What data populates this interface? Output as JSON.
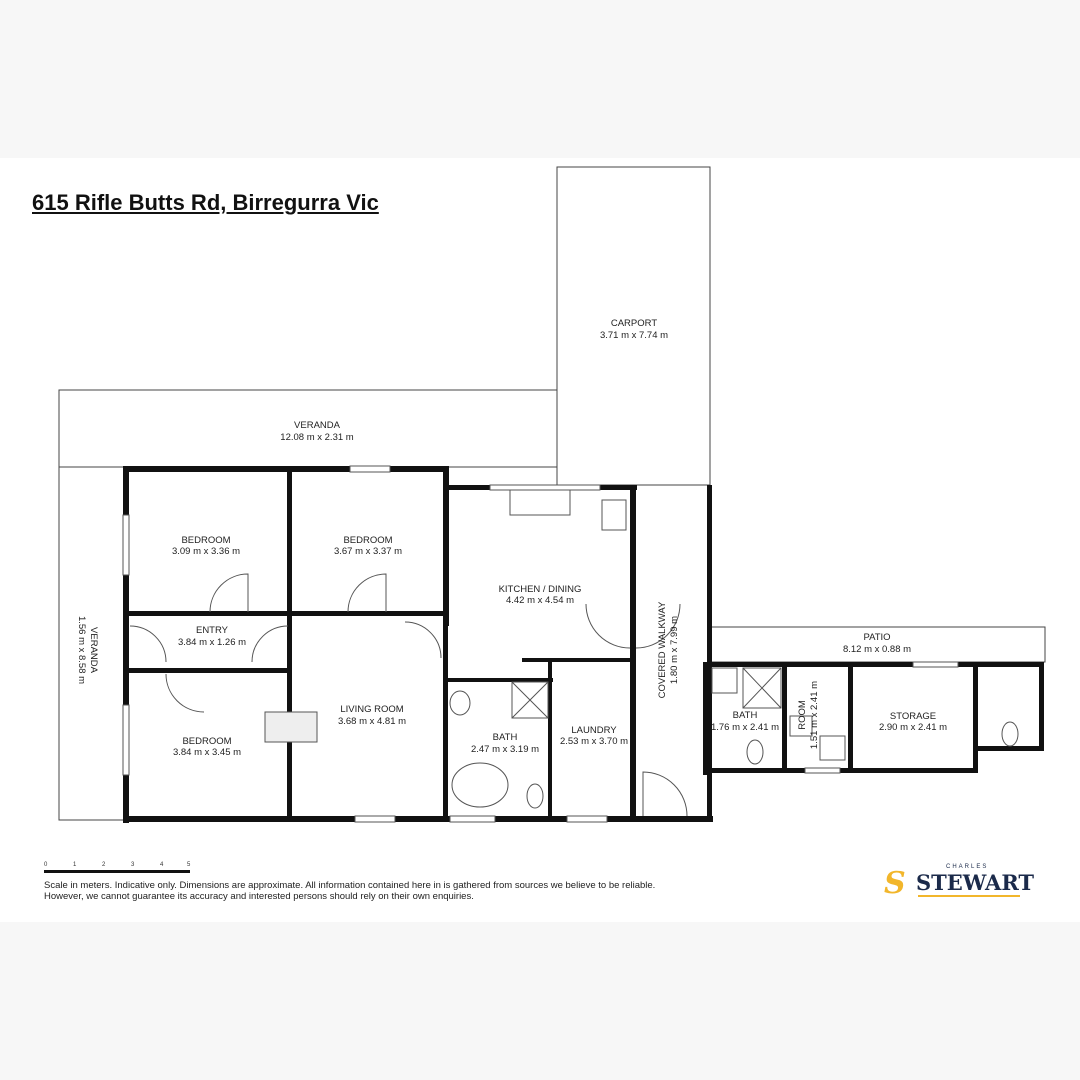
{
  "title": "615 Rifle Butts Rd, Birregurra Vic",
  "rooms": {
    "carport": {
      "name": "CARPORT",
      "dims": "3.71 m x 7.74 m"
    },
    "veranda_top": {
      "name": "VERANDA",
      "dims": "12.08 m x 2.31 m"
    },
    "veranda_left": {
      "name": "VERANDA",
      "dims": "1.56 m x 8.58 m"
    },
    "bedroom1": {
      "name": "BEDROOM",
      "dims": "3.09 m x 3.36 m"
    },
    "bedroom2": {
      "name": "BEDROOM",
      "dims": "3.67 m x 3.37 m"
    },
    "kitchen": {
      "name": "KITCHEN / DINING",
      "dims": "4.42 m x 4.54 m"
    },
    "entry": {
      "name": "ENTRY",
      "dims": "3.84 m x 1.26 m"
    },
    "living": {
      "name": "LIVING ROOM",
      "dims": "3.68 m x 4.81 m"
    },
    "bedroom3": {
      "name": "BEDROOM",
      "dims": "3.84 m x 3.45 m"
    },
    "bath1": {
      "name": "BATH",
      "dims": "2.47 m x 3.19 m"
    },
    "laundry": {
      "name": "LAUNDRY",
      "dims": "2.53 m x 3.70 m"
    },
    "walkway": {
      "name": "COVERED WALKWAY",
      "dims": "1.80 m x 7.99 m"
    },
    "patio": {
      "name": "PATIO",
      "dims": "8.12 m x 0.88 m"
    },
    "bath2": {
      "name": "BATH",
      "dims": "1.76 m x 2.41 m"
    },
    "room": {
      "name": "ROOM",
      "dims": "1.51 m x 2.41 m"
    },
    "storage": {
      "name": "STORAGE",
      "dims": "2.90 m x 2.41 m"
    }
  },
  "scale": {
    "ticks": [
      "0",
      "1",
      "2",
      "3",
      "4",
      "5"
    ]
  },
  "disclaimer": [
    "Scale in meters. Indicative only. Dimensions are approximate. All information contained here in is gathered from sources we believe to be reliable.",
    "However, we cannot guarantee its accuracy and interested persons should rely on their own enquiries."
  ],
  "logo": {
    "top": "CHARLES",
    "main": "STEWART"
  },
  "colors": {
    "wall": "#111111",
    "logo_navy": "#1b2a4a",
    "logo_gold": "#f2b62b"
  }
}
